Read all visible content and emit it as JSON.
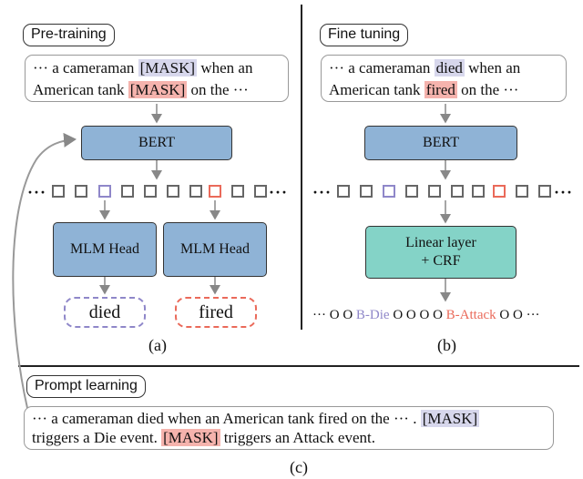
{
  "panel_a": {
    "tag": "Pre-training",
    "text_pre1": "···  a cameraman ",
    "mask1": "[MASK]",
    "text_post1": " when an",
    "text_pre2": "American tank ",
    "mask2": "[MASK]",
    "text_post2": " on  the ···",
    "bert": "BERT",
    "mlm_head_1": "MLM Head",
    "mlm_head_2": "MLM Head",
    "out_1": "died",
    "out_2": "fired",
    "caption": "(a)"
  },
  "panel_b": {
    "tag": "Fine tuning",
    "text_pre1": "···  a cameraman ",
    "word1": "died",
    "text_post1": " when an",
    "text_pre2": "American tank ",
    "word2": "fired",
    "text_post2": " on  the ···",
    "bert": "BERT",
    "linear_1": "Linear layer",
    "linear_2": "+ CRF",
    "seq_pre": "···  O O ",
    "seq_die": "B-Die",
    "seq_mid": " O O O O ",
    "seq_att": "B-Attack",
    "seq_post": " O O  ···",
    "caption": "(b)"
  },
  "panel_c": {
    "tag": "Prompt learning",
    "line1_pre": "···  a cameraman died when an American tank fired on  the ··· . ",
    "mask1": "[MASK]",
    "line2_pre": "triggers a Die event. ",
    "mask2": "[MASK]",
    "line2_post": " triggers an Attack event.",
    "caption": "(c)"
  },
  "ellipsis": "···",
  "colors": {
    "purple": "#8f87c9",
    "red": "#ea6a5a",
    "blue_box": "#8fb3d6",
    "teal_box": "#84d3c7"
  }
}
